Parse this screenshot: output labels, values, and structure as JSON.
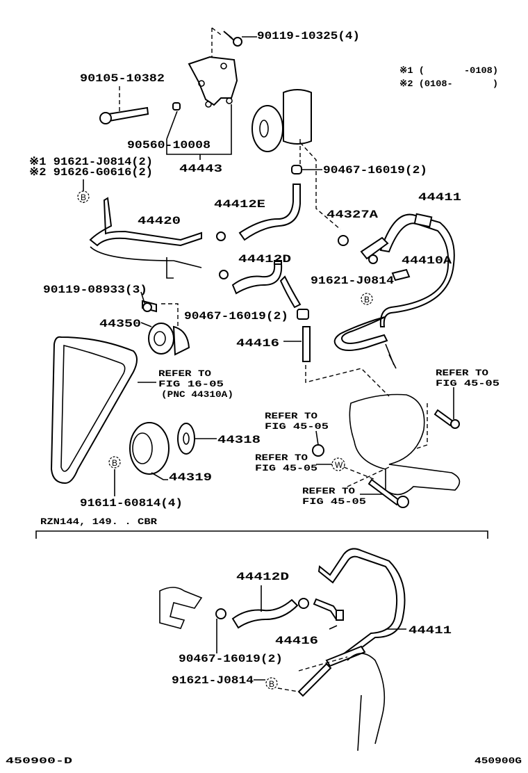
{
  "diagram_title": "450900-D",
  "figure_code": "450900G",
  "notes": {
    "note1": "※1 (       -0108)",
    "note2": "※2 (0108-       )"
  },
  "labels": {
    "bolt_bracket": "90119-10325(4)",
    "bolt_long": "90105-10382",
    "pin": "90560-10008",
    "bolt_pipe_1": "※1 91621-J0814(2)",
    "bolt_pipe_2": "※2 91626-G0616(2)",
    "bracket": "44443",
    "clamp_top": "90467-16019(2)",
    "pressure_hose": "44411",
    "hose_e": "44412E",
    "pipe": "44420",
    "clamp_a": "44327A",
    "union": "44410A",
    "hose_d": "44412D",
    "bolt_union": "91621-J0814",
    "bolt_idler": "90119-08933(3)",
    "clamp_mid": "90467-16019(2)",
    "idler": "44350",
    "union_bolt": "44416",
    "refer_belt_1": "REFER TO",
    "refer_belt_2": "FIG 16-05",
    "refer_belt_3": "(PNC 44310A)",
    "refer_a_1": "REFER TO",
    "refer_a_2": "FIG 45-05",
    "refer_b_1": "REFER TO",
    "refer_b_2": "FIG 45-05",
    "washer": "44318",
    "refer_c_1": "REFER TO",
    "refer_c_2": "FIG 45-05",
    "pulley": "44319",
    "refer_d_1": "REFER TO",
    "refer_d_2": "FIG 45-05",
    "bolt_pulley": "91611-60814(4)",
    "variant": "RZN144, 149. . CBR",
    "v_hose_d": "44412D",
    "v_pressure_hose": "44411",
    "v_union_bolt": "44416",
    "v_clamp": "90467-16019(2)",
    "v_bolt": "91621-J0814"
  },
  "markers": {
    "b": "B",
    "w": "W"
  }
}
